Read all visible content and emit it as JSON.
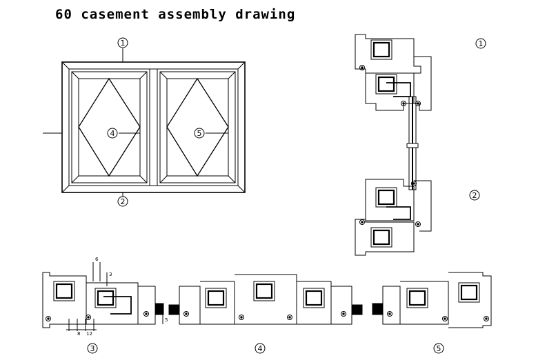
{
  "title": "60 casement assembly drawing",
  "markers": {
    "m1": "1",
    "m2": "2",
    "m3": "3",
    "m4": "4",
    "m5": "5"
  },
  "dimensions": {
    "d6": "6",
    "d3": "3",
    "d8": "8",
    "d12": "12",
    "d5": "5"
  }
}
